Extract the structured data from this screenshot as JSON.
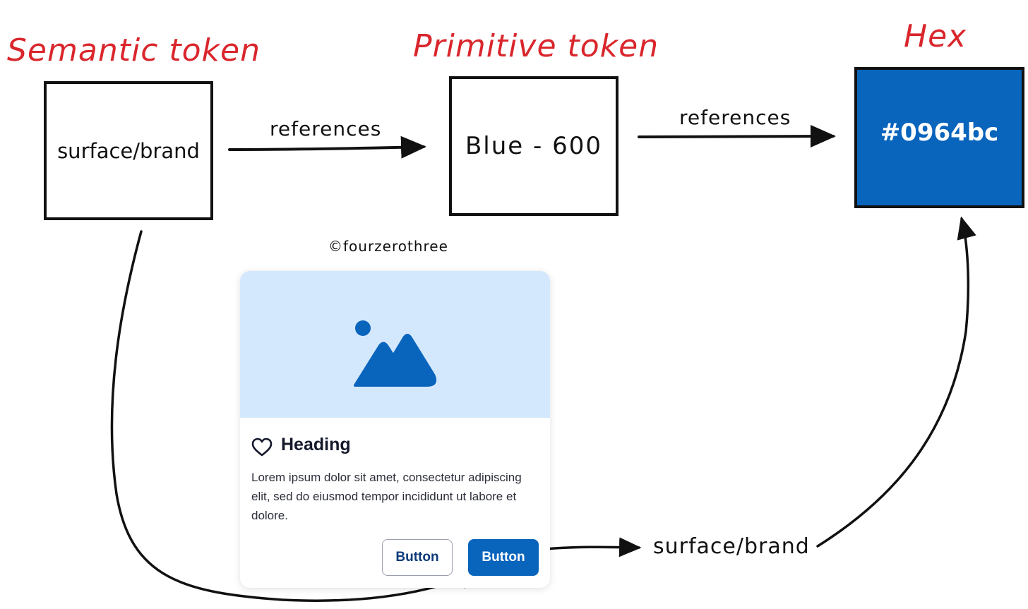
{
  "colors": {
    "label_red": "#d9262c",
    "brand_blue": "#0964bc",
    "media_bg": "#d3e8fd",
    "ink": "#111111"
  },
  "labels": {
    "semantic": "Semantic token",
    "primitive": "Primitive token",
    "hex": "Hex"
  },
  "boxes": {
    "semantic": "surface/brand",
    "primitive": "Blue - 600",
    "hex": "#0964bc"
  },
  "arrows": {
    "first": "references",
    "second": "references",
    "button_target": "surface/brand"
  },
  "watermark": "©fourzerothree",
  "card": {
    "image_icon": "image-icon",
    "heart_icon": "heart-icon",
    "heading": "Heading",
    "body": "Lorem ipsum dolor sit amet, consectetur adipiscing elit, sed do eiusmod tempor incididunt ut labore et dolore.",
    "secondary_button": "Button",
    "primary_button": "Button"
  }
}
